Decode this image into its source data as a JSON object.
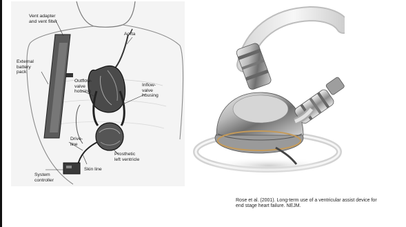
{
  "diagram": {
    "labels": {
      "vent_adapter": "Vent adapter\nand vent filter",
      "external_battery": "External\nbattery\npack",
      "aorta": "Aorta",
      "outflow_valve": "Outflow-\nvalve\nhousing",
      "inflow_valve": "Inflow-\nvalve\nhousing",
      "drive_line": "Drive-\nline",
      "prosthetic_ventricle": "Prosthetic\nleft ventricle",
      "skin_line": "Skin line",
      "system_controller": "System\ncontroller"
    }
  },
  "citation": "Rose et al. (2001). Long-term use of a ventricular assist device for\nend stage heart failure. NEJM."
}
